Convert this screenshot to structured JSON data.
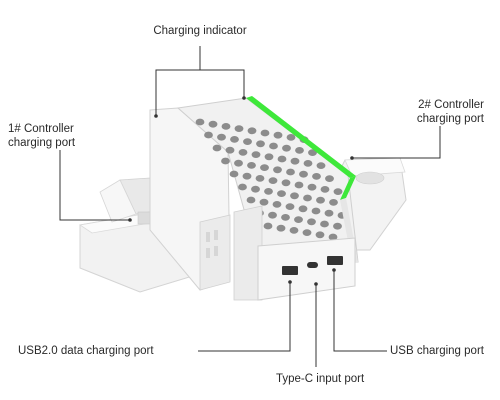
{
  "labels": {
    "charging_indicator": "Charging indicator",
    "controller1_line1": "1# Controller",
    "controller1_line2": "charging port",
    "controller2_line1": "2# Controller",
    "controller2_line2": "charging port",
    "usb2_data": "USB2.0 data charging port",
    "usb_charging": "USB charging port",
    "typec_input": "Type-C input port"
  },
  "colors": {
    "indicator_green": "#3ee83a",
    "body_white": "#f4f4f4",
    "shadow_gray": "#d9d9d9",
    "port_dark": "#333333",
    "line": "#333333"
  }
}
